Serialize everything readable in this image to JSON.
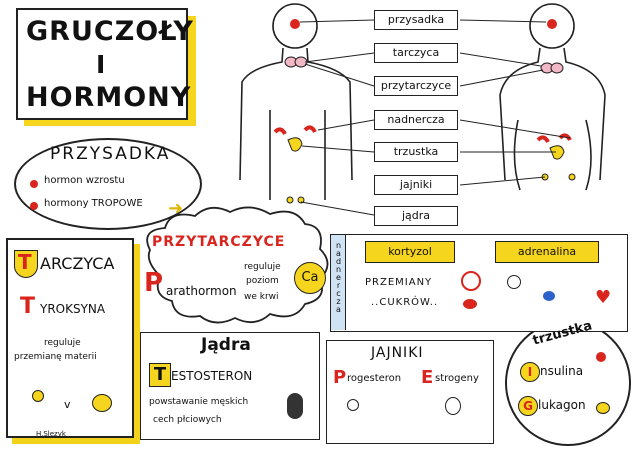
{
  "title": {
    "line1": "GRUCZOŁY",
    "line2": "I",
    "line3": "HORMONY"
  },
  "body_labels": [
    "przysadka",
    "tarczyca",
    "przytarczyce",
    "nadnercza",
    "trzustka",
    "jajniki",
    "jądra"
  ],
  "przysadka": {
    "title": "PRZYSADKA",
    "item1": "hormon wzrostu",
    "item2": "hormony TROPOWE"
  },
  "tarczyca": {
    "title_cap": "T",
    "title_rest": "ARCZYCA",
    "hormone_cap": "T",
    "hormone_rest": "YROKSYNA",
    "desc1": "reguluje",
    "desc2": "przemianę materii",
    "vs": "v"
  },
  "przytarczyce": {
    "title": "PRZYTARCZYCE",
    "hormone_cap": "P",
    "hormone_rest": "arathormon",
    "desc1": "reguluje",
    "desc2": "poziom",
    "desc3": "we krwi",
    "element": "Ca"
  },
  "nadnercza": {
    "side": "nadnercza",
    "h1": "kortyzol",
    "h2": "adrenalina",
    "p1": "PRZEMIANY",
    "p2": "..CUKRÓW.."
  },
  "jadra": {
    "title": "Jądra",
    "hormone_cap": "T",
    "hormone_rest": "ESTOSTERON",
    "desc1": "powstawanie męskich",
    "desc2": "cech płciowych"
  },
  "jajniki": {
    "title": "JAJNIKI",
    "h1_cap": "P",
    "h1_rest": "rogesteron",
    "h2_cap": "E",
    "h2_rest": "strogeny"
  },
  "trzustka": {
    "title": "trzustka",
    "h1_cap": "I",
    "h1_rest": "nsulina",
    "h2_cap": "G",
    "h2_rest": "lukagon"
  },
  "signature": "H.Slezyk",
  "colors": {
    "accent_yellow": "#f6d51f",
    "accent_red": "#d9251d"
  }
}
